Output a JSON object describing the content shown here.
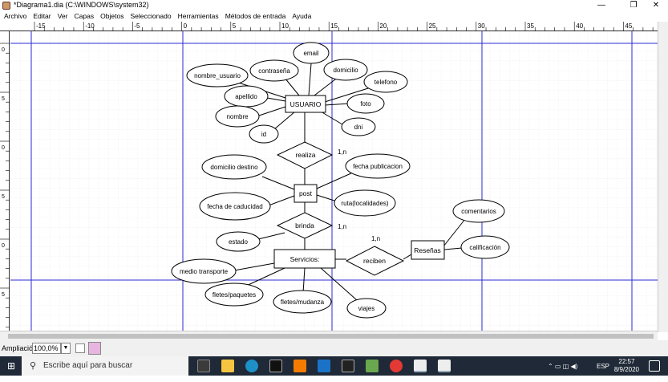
{
  "window": {
    "title": "*Diagrama1.dia (C:\\WINDOWS\\system32)",
    "minimize": "—",
    "maximize": "❐",
    "close": "✕"
  },
  "menu": [
    "Archivo",
    "Editar",
    "Ver",
    "Capas",
    "Objetos",
    "Seleccionado",
    "Herramientas",
    "Métodos de entrada",
    "Ayuda"
  ],
  "ruler": {
    "h_labels": [
      "-15",
      "-10",
      "-5",
      "0",
      "5",
      "10",
      "15",
      "20",
      "25",
      "30",
      "35",
      "40",
      "45"
    ],
    "v_labels": [
      "0",
      "5",
      "0",
      "5",
      "0",
      "5"
    ]
  },
  "diagram": {
    "entities": [
      {
        "id": "usuario",
        "label": "USUARIO"
      },
      {
        "id": "post",
        "label": "post"
      },
      {
        "id": "servicios",
        "label": "Servicios:"
      },
      {
        "id": "resenas",
        "label": "Reseñas"
      }
    ],
    "relationships": [
      {
        "id": "realiza",
        "label": "realiza",
        "cardinality": "1,n"
      },
      {
        "id": "brinda",
        "label": "brinda",
        "cardinality": "1,n"
      },
      {
        "id": "reciben",
        "label": "reciben",
        "cardinality": "1,n"
      }
    ],
    "attributes": [
      {
        "id": "email",
        "label": "email"
      },
      {
        "id": "contrasena",
        "label": "contraseña"
      },
      {
        "id": "domicilio",
        "label": "domicilio"
      },
      {
        "id": "nombre_usuario",
        "label": "nombre_usuario"
      },
      {
        "id": "telefono",
        "label": "telefono"
      },
      {
        "id": "apellido",
        "label": "apellido"
      },
      {
        "id": "foto",
        "label": "foto"
      },
      {
        "id": "nombre",
        "label": "nombre"
      },
      {
        "id": "dni",
        "label": "dni"
      },
      {
        "id": "id",
        "label": "id"
      },
      {
        "id": "domicilio_destino",
        "label": "domicilio destino"
      },
      {
        "id": "fecha_publicacion",
        "label": "fecha publicacion"
      },
      {
        "id": "fecha_caducidad",
        "label": "fecha de caducidad"
      },
      {
        "id": "ruta",
        "label": "ruta(localidades)"
      },
      {
        "id": "estado",
        "label": "estado"
      },
      {
        "id": "comentarios",
        "label": "comentarios"
      },
      {
        "id": "calificacion",
        "label": "calificación"
      },
      {
        "id": "medio_transporte",
        "label": "medio transporte"
      },
      {
        "id": "fletes_paquetes",
        "label": "fletes/paquetes"
      },
      {
        "id": "fletes_mudanza",
        "label": "fletes/mudanza"
      },
      {
        "id": "viajes",
        "label": "viajes"
      }
    ]
  },
  "status": {
    "zoom_label": "Ampliación",
    "zoom_value": "100,0%"
  },
  "taskbar": {
    "search_placeholder": "Escribe aquí para buscar",
    "time": "22:57",
    "date": "8/9/2020",
    "language": "ESP"
  },
  "colors": {
    "grid_major": "#2b2bd4",
    "grid_minor": "#d8d8d8",
    "taskbar": "#1f2937"
  }
}
